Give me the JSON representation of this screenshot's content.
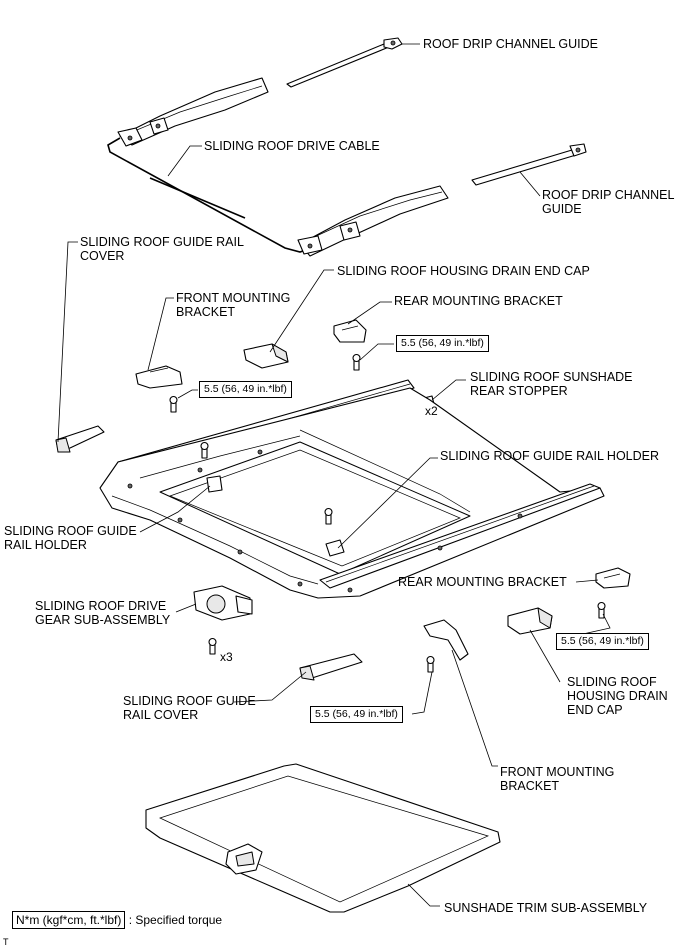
{
  "labels": {
    "roof_drip_channel_guide_top": "ROOF DRIP CHANNEL GUIDE",
    "sliding_roof_drive_cable": "SLIDING ROOF DRIVE CABLE",
    "roof_drip_channel_guide_right_l1": "ROOF DRIP CHANNEL",
    "roof_drip_channel_guide_right_l2": "GUIDE",
    "guide_rail_cover_top_l1": "SLIDING ROOF GUIDE RAIL",
    "guide_rail_cover_top_l2": "COVER",
    "housing_drain_end_cap_top": "SLIDING ROOF HOUSING DRAIN END CAP",
    "front_mounting_bracket_top_l1": "FRONT MOUNTING",
    "front_mounting_bracket_top_l2": "BRACKET",
    "rear_mounting_bracket_top": "REAR MOUNTING BRACKET",
    "sunshade_rear_stopper_l1": "SLIDING ROOF SUNSHADE",
    "sunshade_rear_stopper_l2": "REAR STOPPER",
    "guide_rail_holder_right": "SLIDING ROOF GUIDE RAIL HOLDER",
    "guide_rail_holder_left_l1": "SLIDING ROOF GUIDE",
    "guide_rail_holder_left_l2": "RAIL HOLDER",
    "rear_mounting_bracket_mid": "REAR MOUNTING BRACKET",
    "drive_gear_l1": "SLIDING ROOF DRIVE",
    "drive_gear_l2": "GEAR SUB-ASSEMBLY",
    "housing_drain_end_cap_right_l1": "SLIDING ROOF",
    "housing_drain_end_cap_right_l2": "HOUSING DRAIN",
    "housing_drain_end_cap_right_l3": "END CAP",
    "guide_rail_cover_bottom_l1": "SLIDING ROOF GUIDE",
    "guide_rail_cover_bottom_l2": "RAIL COVER",
    "front_mounting_bracket_bottom_l1": "FRONT MOUNTING",
    "front_mounting_bracket_bottom_l2": "BRACKET",
    "sunshade_trim": "SUNSHADE TRIM SUB-ASSEMBLY"
  },
  "torques": {
    "t1": "5.5 (56, 49 in.*lbf)",
    "t2": "5.5 (56, 49 in.*lbf)",
    "t3": "5.5 (56, 49 in.*lbf)",
    "t4": "5.5 (56, 49 in.*lbf)"
  },
  "quantities": {
    "stopper": "x2",
    "drive_gear_bolts": "x3"
  },
  "legend": {
    "unit_box": "N*m (kgf*cm, ft.*lbf)",
    "description": ": Specified torque"
  },
  "corner_mark": "T"
}
